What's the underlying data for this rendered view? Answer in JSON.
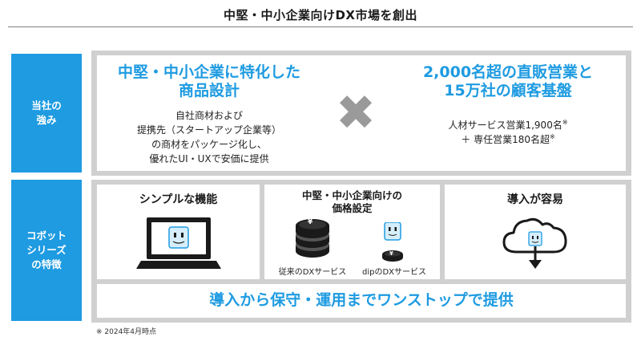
{
  "title": "中堅・中小企業向けDX市場を創出",
  "strengths": {
    "label": [
      "当社の",
      "強み"
    ],
    "left": {
      "headline": [
        "中堅・中小企業に特化した",
        "商品設計"
      ],
      "body": [
        "自社商材および",
        "提携先（スタートアップ企業等）",
        "の商材をパッケージ化し、",
        "優れたUI・UXで安価に提供"
      ]
    },
    "times_symbol": "✖",
    "right": {
      "headline": [
        "2,000名超の直販営業と",
        "15万社の顧客基盤"
      ],
      "body_line1": "人材サービス営業1,900名",
      "body_line2": "＋ 専任営業180名超",
      "note_mark": "※"
    }
  },
  "features": {
    "label": [
      "コボット",
      "シリーズ",
      "の特徴"
    ],
    "cards": [
      {
        "title": "シンプルな機能"
      },
      {
        "title": [
          "中堅・中小企業向けの",
          "価格設定"
        ],
        "caption_left": "従来のDXサービス",
        "caption_right": "dipのDXサービス",
        "coin_symbol": "¥"
      },
      {
        "title": "導入が容易"
      }
    ],
    "banner": "導入から保守・運用までワンストップで提供"
  },
  "footnote": "※ 2024年4月時点",
  "colors": {
    "accent": "#1e9be1",
    "panel": "#d0d0d0",
    "times": "#9a9a9a"
  }
}
